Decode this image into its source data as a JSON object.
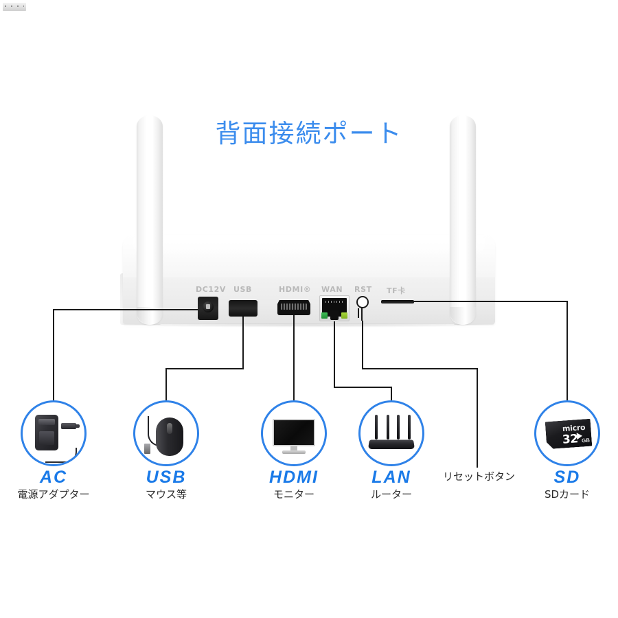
{
  "page": {
    "title": "背面接続ポート",
    "title_color": "#3b8ced",
    "accent_color": "#1a7ae8",
    "circle_color": "#2f82e8",
    "background": "#ffffff",
    "line_color": "#1a1a1a"
  },
  "device": {
    "name": "router-rear-panel",
    "port_labels": [
      {
        "id": "dc12v",
        "text": "DC12V"
      },
      {
        "id": "usb",
        "text": "USB"
      },
      {
        "id": "hdmi",
        "text": "HDMI®"
      },
      {
        "id": "wan",
        "text": "WAN"
      },
      {
        "id": "rst",
        "text": "RST"
      },
      {
        "id": "tf",
        "text": "TF卡"
      }
    ]
  },
  "callouts": [
    {
      "id": "ac",
      "icon": "ac-adapter-icon",
      "title": "AC",
      "subtitle": "電源アダプター",
      "has_circle": true,
      "source_port": "dc12v"
    },
    {
      "id": "usb",
      "icon": "mouse-icon",
      "title": "USB",
      "subtitle": "マウス等",
      "has_circle": true,
      "source_port": "usb"
    },
    {
      "id": "hdmi",
      "icon": "monitor-icon",
      "title": "HDMI",
      "subtitle": "モニター",
      "has_circle": true,
      "source_port": "hdmi"
    },
    {
      "id": "lan",
      "icon": "wifi-router-icon",
      "title": "LAN",
      "subtitle": "ルーター",
      "has_circle": true,
      "source_port": "wan"
    },
    {
      "id": "reset",
      "icon": null,
      "title": "",
      "subtitle": "リセットボタン",
      "has_circle": false,
      "source_port": "rst"
    },
    {
      "id": "sd",
      "icon": "microsd-card-icon",
      "title": "SD",
      "subtitle": "SDカード",
      "has_circle": true,
      "source_port": "tf"
    }
  ],
  "sd_card": {
    "brand_text": "micro",
    "capacity": "32",
    "capacity_unit": "GB"
  }
}
